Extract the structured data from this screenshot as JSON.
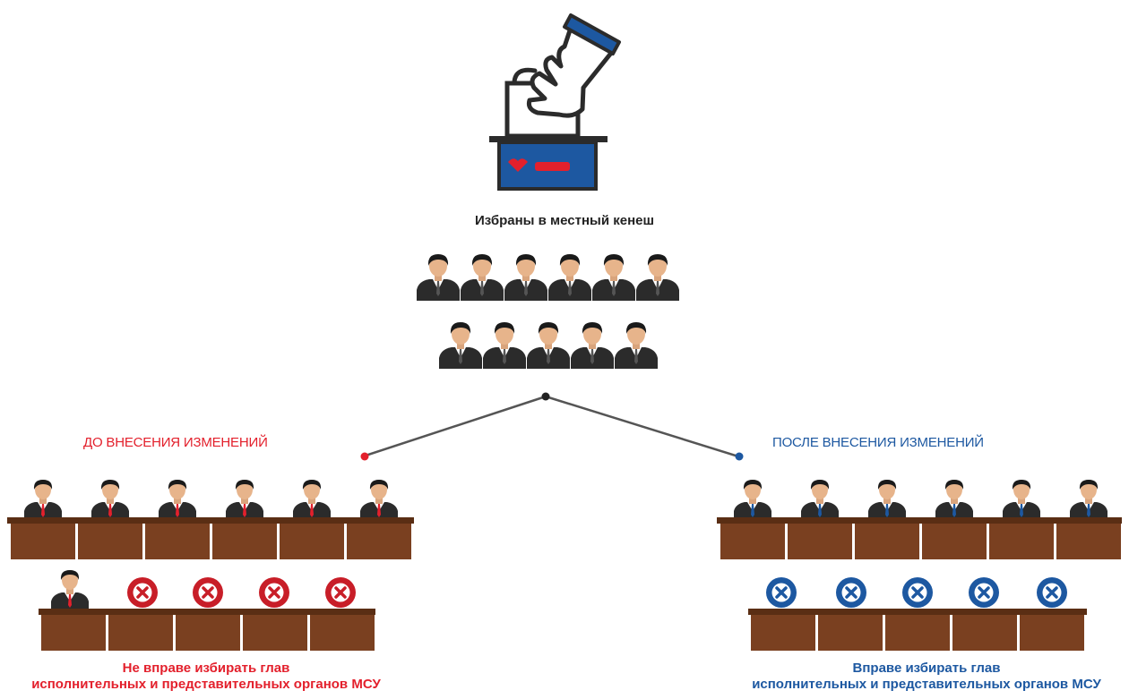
{
  "title": "Избраны в местный кенеш",
  "before": {
    "heading": "ДО ВНЕСЕНИЯ ИЗМЕНЕНИЙ",
    "caption_line1": "Не вправе избирать глав",
    "caption_line2": "исполнительных и представительных органов МСУ",
    "color": "#e3202c",
    "seated_row1": 6,
    "seated_row2": 1,
    "rejected_row2": 4
  },
  "after": {
    "heading": "ПОСЛЕ ВНЕСЕНИЯ ИЗМЕНЕНИЙ",
    "caption_line1": "Вправе избирать глав",
    "caption_line2": "исполнительных и представительных органов МСУ",
    "color": "#1d58a1",
    "seated_row1": 6,
    "seated_row2": 0,
    "rejected_row2": 5
  },
  "elected": {
    "row1": 6,
    "row2": 5
  },
  "colors": {
    "ballot_box": "#1d58a1",
    "ballot_mark": "#e3202c",
    "desk": "#7a4020",
    "desk_top": "#5a2e14",
    "suit": "#2b2b2b",
    "skin": "#e7b48b",
    "hair": "#1a1a1a"
  }
}
